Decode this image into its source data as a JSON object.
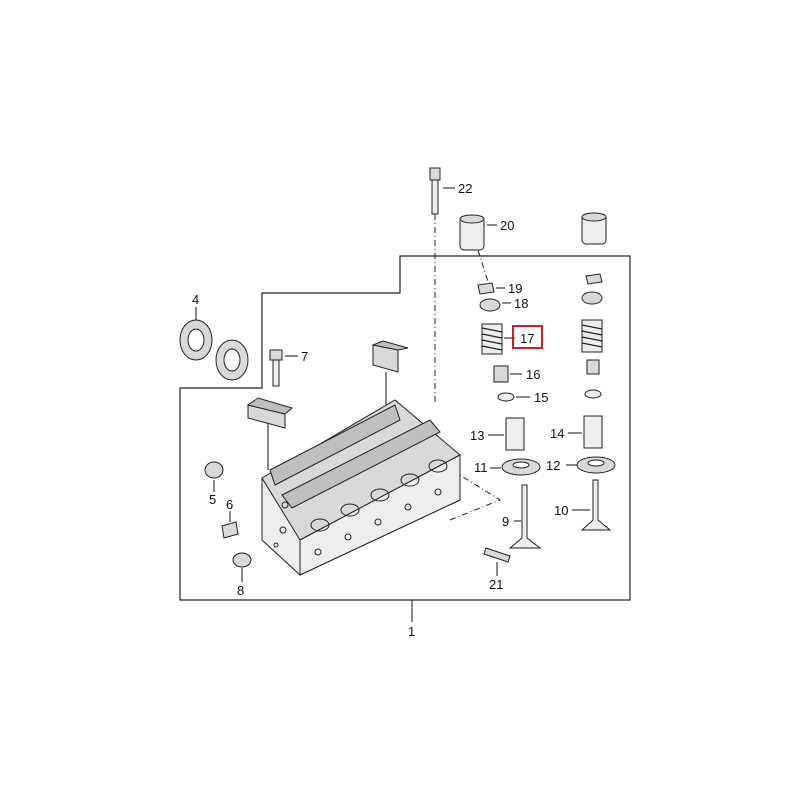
{
  "diagram": {
    "highlight_color": "#d21f26",
    "callouts": {
      "c1": "1",
      "c4": "4",
      "c5": "5",
      "c6": "6",
      "c7": "7",
      "c8": "8",
      "c9": "9",
      "c10": "10",
      "c11": "11",
      "c12": "12",
      "c13": "13",
      "c14": "14",
      "c15": "15",
      "c16": "16",
      "c17": "17",
      "c18": "18",
      "c19": "19",
      "c20": "20",
      "c21": "21",
      "c22": "22"
    },
    "highlighted_callout": "17"
  }
}
